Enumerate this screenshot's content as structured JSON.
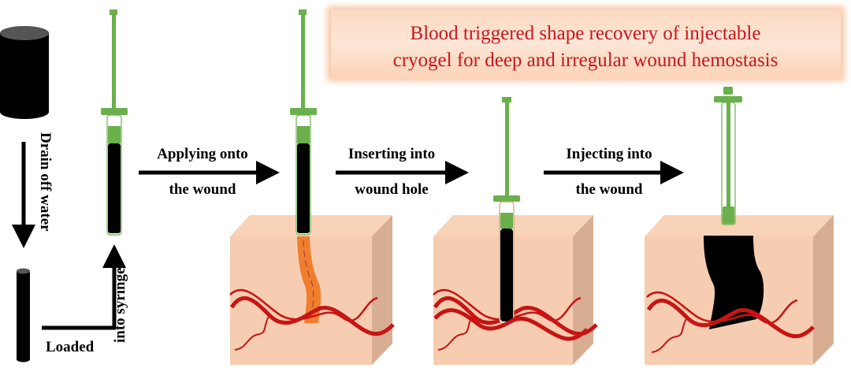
{
  "title": {
    "line1": "Blood triggered shape recovery of injectable",
    "line2": "cryogel for deep and irregular wound hemostasis"
  },
  "labels": {
    "drain": "Drain off water",
    "loaded": "Loaded",
    "into_syringe": "into syringe",
    "step1_line1": "Applying onto",
    "step1_line2": "the wound",
    "step2_line1": "Inserting into",
    "step2_line2": "wound hole",
    "step3_line1": "Injecting into",
    "step3_line2": "the wound"
  },
  "colors": {
    "title_text": "#c8161d",
    "syringe": "#6ab04c",
    "skin": "#f6cdb0",
    "skin_side": "#d8ae92",
    "vessel": "#c81414",
    "cryogel": "#000000",
    "expanding_gel": "#ef7f2e"
  }
}
